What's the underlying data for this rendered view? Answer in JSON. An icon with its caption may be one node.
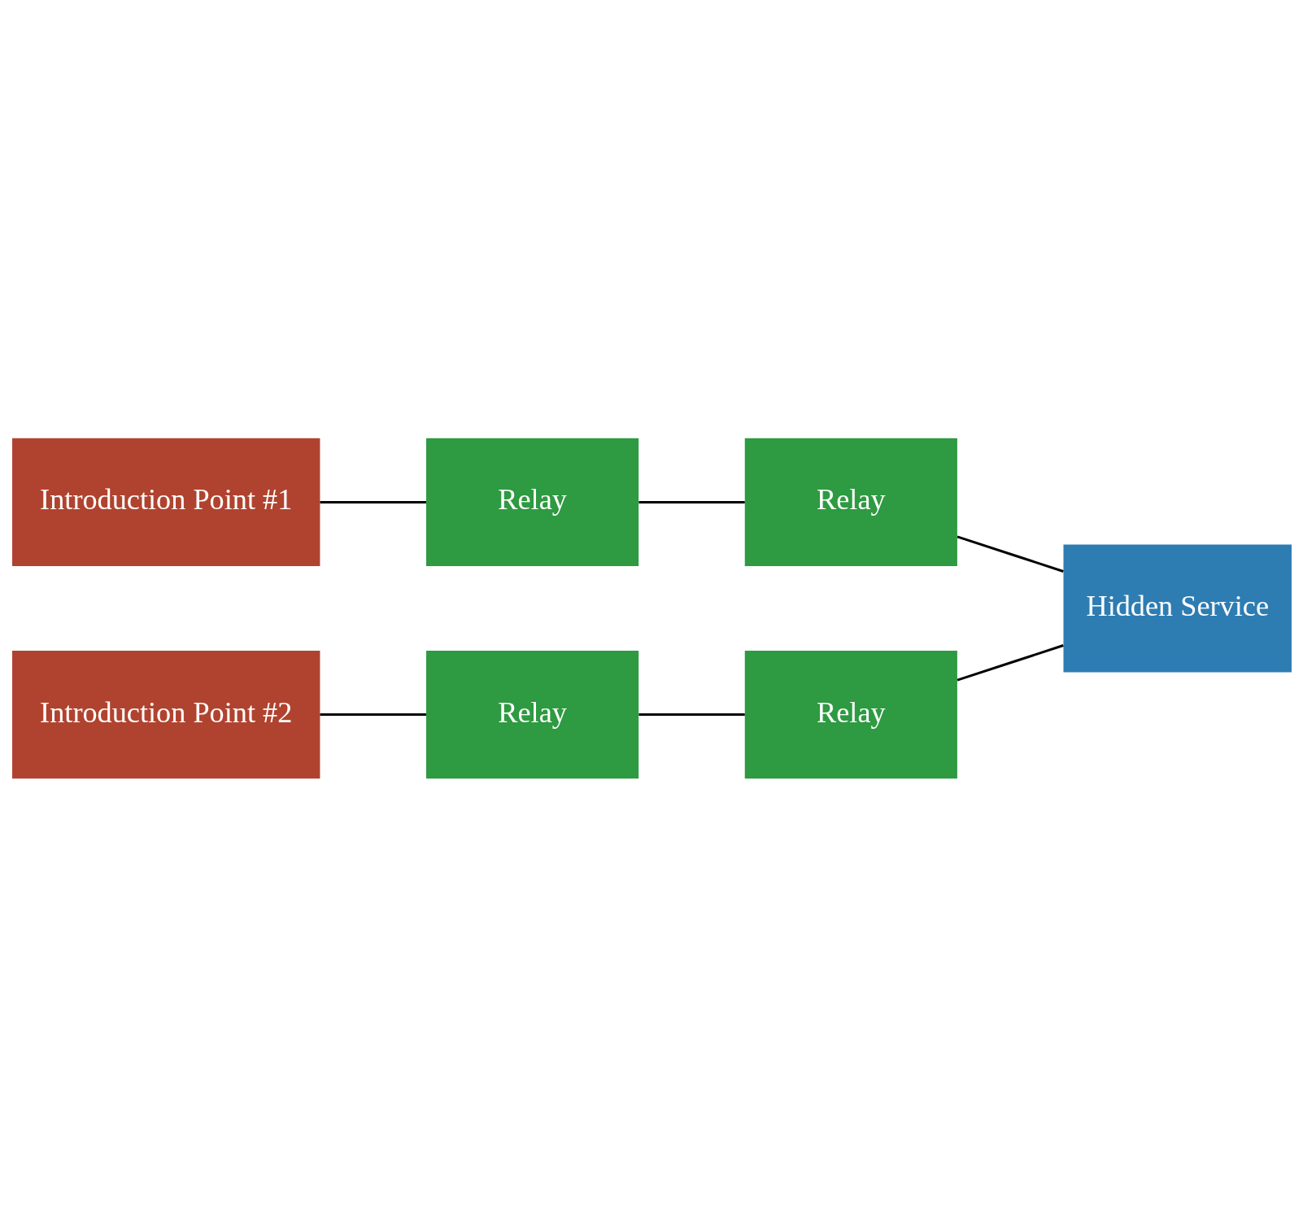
{
  "diagram": {
    "nodes": [
      {
        "text": [
          "Introduction Point #1"
        ]
      },
      {
        "text": [
          "Relay"
        ]
      },
      {
        "text": [
          "Relay"
        ]
      },
      {
        "text": [
          "Hidden Service"
        ]
      },
      {
        "text": [
          "Introduction Point #2"
        ]
      },
      {
        "text": [
          "Relay"
        ]
      },
      {
        "text": [
          "Relay"
        ]
      }
    ],
    "edges": [
      {
        "from": 0,
        "to": 1,
        "arrow": "none"
      },
      {
        "from": 1,
        "to": 2,
        "arrow": "none"
      },
      {
        "from": 2,
        "to": 3,
        "arrow": "none"
      },
      {
        "from": 3,
        "to": 6,
        "arrow": "none"
      },
      {
        "from": 6,
        "to": 5,
        "arrow": "none"
      },
      {
        "from": 5,
        "to": 4,
        "arrow": "none"
      }
    ]
  }
}
